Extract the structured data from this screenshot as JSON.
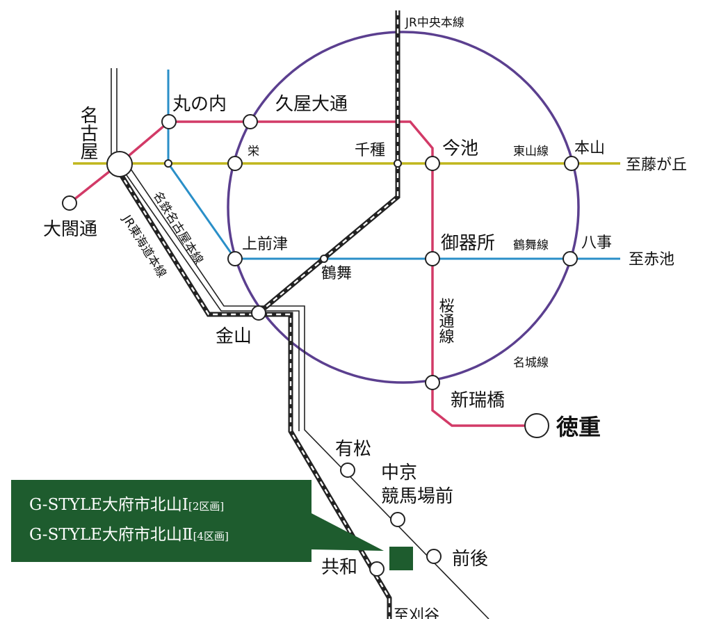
{
  "lines": {
    "jr_chuo": "JR中央本線",
    "meitetsu": "名鉄名古屋本線",
    "jr_tokaido": "JR東海道本線",
    "higashiyama": "東山線",
    "tsurumai": "鶴舞線",
    "sakuradori": "桜通線",
    "meijo": "名城線"
  },
  "stations": {
    "nagoya": "名古屋",
    "taikodori": "大閤通",
    "marunouchi": "丸の内",
    "hisaya": "久屋大通",
    "sakae": "栄",
    "chikusa": "千種",
    "imaike": "今池",
    "motoyama": "本山",
    "kamimaezu": "上前津",
    "tsurumai": "鶴舞",
    "gokiso": "御器所",
    "yagoto": "八事",
    "kanayama": "金山",
    "aratamabashi": "新瑞橋",
    "tokushige": "徳重",
    "arimatsu": "有松",
    "chukyo": "中京\n競馬場前",
    "zengo": "前後",
    "kyowa": "共和"
  },
  "directions": {
    "fujigaoka": "至藤が丘",
    "akaike": "至赤池",
    "kariya": "至刈谷"
  },
  "callout": {
    "line1_main": "G-STYLE大府市北山Ⅰ",
    "line1_sub": "[2区画]",
    "line2_main": "G-STYLE大府市北山Ⅱ",
    "line2_sub": "[4区画]"
  },
  "colors": {
    "meijo": "#5b3f8f",
    "higashiyama": "#c0b61c",
    "sakuradori": "#d23a67",
    "tsurumai": "#2a8fc8",
    "callout_bg": "#1e5c2e"
  }
}
